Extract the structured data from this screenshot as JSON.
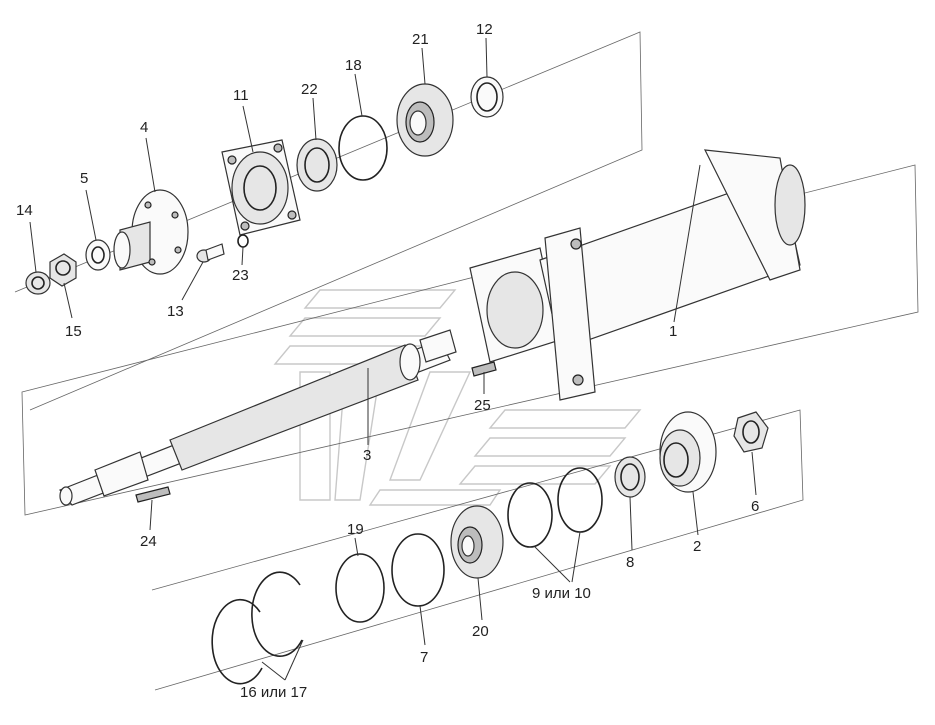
{
  "labels": [
    {
      "id": "p1",
      "text": "1"
    },
    {
      "id": "p2",
      "text": "2"
    },
    {
      "id": "p3",
      "text": "3"
    },
    {
      "id": "p4",
      "text": "4"
    },
    {
      "id": "p5",
      "text": "5"
    },
    {
      "id": "p6",
      "text": "6"
    },
    {
      "id": "p7",
      "text": "7"
    },
    {
      "id": "p8",
      "text": "8"
    },
    {
      "id": "p9_10",
      "text": "9 или 10"
    },
    {
      "id": "p11",
      "text": "11"
    },
    {
      "id": "p12",
      "text": "12"
    },
    {
      "id": "p13",
      "text": "13"
    },
    {
      "id": "p14",
      "text": "14"
    },
    {
      "id": "p15",
      "text": "15"
    },
    {
      "id": "p16_17",
      "text": "16 или 17"
    },
    {
      "id": "p18",
      "text": "18"
    },
    {
      "id": "p19",
      "text": "19"
    },
    {
      "id": "p20",
      "text": "20"
    },
    {
      "id": "p21",
      "text": "21"
    },
    {
      "id": "p22",
      "text": "22"
    },
    {
      "id": "p23",
      "text": "23"
    },
    {
      "id": "p24",
      "text": "24"
    },
    {
      "id": "p25",
      "text": "25"
    }
  ]
}
